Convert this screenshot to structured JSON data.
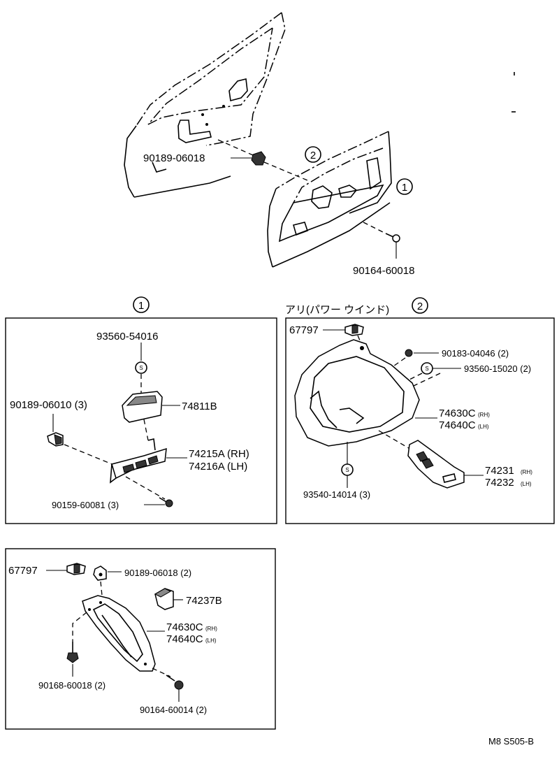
{
  "callouts": {
    "one": "1",
    "two": "2",
    "s": "S"
  },
  "top": {
    "door_clip": "90189-06018",
    "trim_screw": "90164-60018"
  },
  "panel1": {
    "cap": "93560-54016",
    "clip": "90189-06010 (3)",
    "bezel": "74811B",
    "switch_rh": "74215A (RH)",
    "switch_lh": "74216A (LH)",
    "screw": "90159-60081 (3)"
  },
  "panel2": {
    "heading": "アリ(パワー ウインド)",
    "clip": "67797",
    "nut": "90183-04046 (2)",
    "cap_a": "93560-15020 (2)",
    "handle_rh": "74630C",
    "handle_lh": "74640C",
    "rh": "(RH)",
    "lh": "(LH)",
    "cap_b": "93540-14014 (3)",
    "base_rh": "74231",
    "base_lh": "74232"
  },
  "panel3": {
    "clip": "67797",
    "clip2": "90189-06018 (2)",
    "cover": "74237B",
    "handle_rh": "74630C",
    "handle_lh": "74640C",
    "rh": "(RH)",
    "lh": "(LH)",
    "screw_a": "90168-60018 (2)",
    "screw_b": "90164-60014 (2)"
  },
  "code": "M8  S505-B"
}
